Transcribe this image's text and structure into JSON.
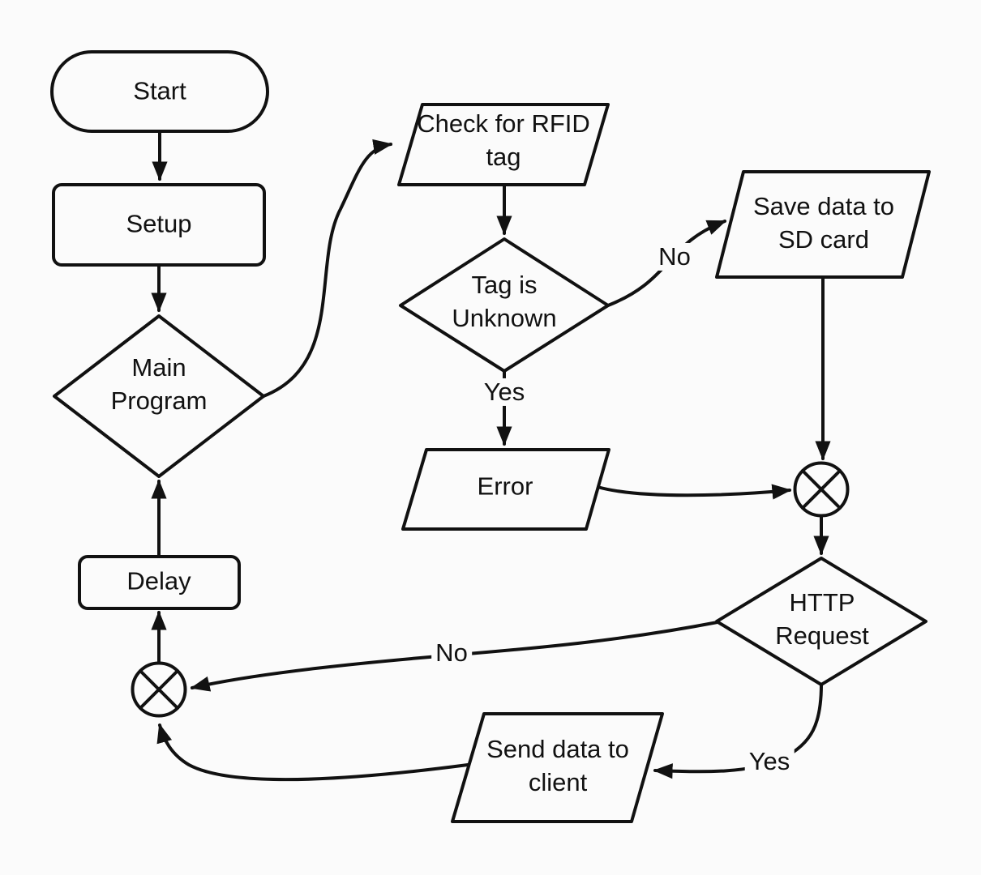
{
  "diagram": {
    "type": "flowchart",
    "colors": {
      "background": "#fbfbfb",
      "stroke": "#111111",
      "text": "#111111"
    },
    "nodes": {
      "start": {
        "label": "Start",
        "shape": "terminator"
      },
      "setup": {
        "label": "Setup",
        "shape": "process"
      },
      "main_program": {
        "label": "Main Program",
        "shape": "decision"
      },
      "check_rfid": {
        "label": "Check for RFID tag",
        "shape": "input-output"
      },
      "tag_unknown": {
        "label": "Tag is Unknown",
        "shape": "decision"
      },
      "save_sd": {
        "label": "Save data to SD card",
        "shape": "input-output"
      },
      "error": {
        "label": "Error",
        "shape": "input-output"
      },
      "http_request": {
        "label": "HTTP Request",
        "shape": "decision"
      },
      "delay": {
        "label": "Delay",
        "shape": "process"
      },
      "send_client": {
        "label": "Send data to client",
        "shape": "input-output"
      },
      "junction_right": {
        "label": "",
        "shape": "xor-junction"
      },
      "junction_left": {
        "label": "",
        "shape": "xor-junction"
      }
    },
    "edges": [
      {
        "from": "start",
        "to": "setup",
        "label": ""
      },
      {
        "from": "setup",
        "to": "main_program",
        "label": ""
      },
      {
        "from": "main_program",
        "to": "check_rfid",
        "label": ""
      },
      {
        "from": "check_rfid",
        "to": "tag_unknown",
        "label": ""
      },
      {
        "from": "tag_unknown",
        "to": "save_sd",
        "label": "No"
      },
      {
        "from": "tag_unknown",
        "to": "error",
        "label": "Yes"
      },
      {
        "from": "save_sd",
        "to": "junction_right",
        "label": ""
      },
      {
        "from": "error",
        "to": "junction_right",
        "label": ""
      },
      {
        "from": "junction_right",
        "to": "http_request",
        "label": ""
      },
      {
        "from": "http_request",
        "to": "send_client",
        "label": "Yes"
      },
      {
        "from": "http_request",
        "to": "junction_left",
        "label": "No"
      },
      {
        "from": "send_client",
        "to": "junction_left",
        "label": ""
      },
      {
        "from": "junction_left",
        "to": "delay",
        "label": ""
      },
      {
        "from": "delay",
        "to": "main_program",
        "label": ""
      }
    ]
  }
}
